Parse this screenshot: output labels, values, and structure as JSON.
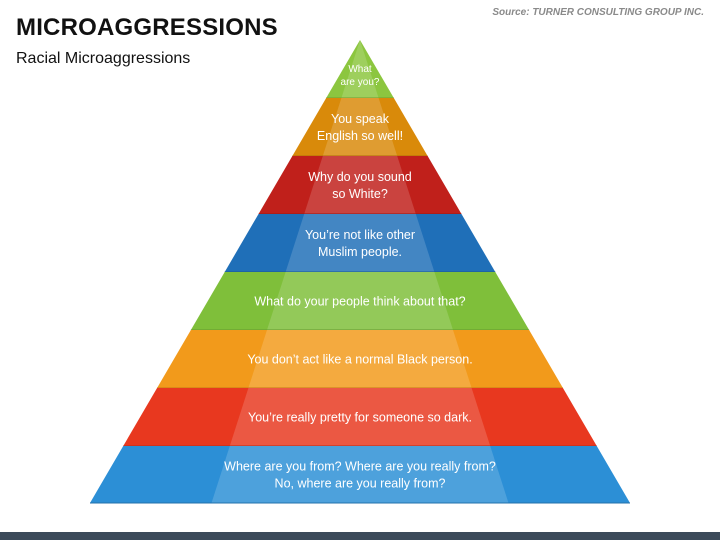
{
  "header": {
    "title": "MICROAGGRESSIONS",
    "subtitle": "Racial Microaggressions",
    "source": "Source: TURNER CONSULTING GROUP INC."
  },
  "pyramid": {
    "tiers": [
      {
        "lines": [
          "What",
          "are you?"
        ],
        "color": "#8cc63f"
      },
      {
        "lines": [
          "You speak",
          "English so well!"
        ],
        "color": "#d98a0a"
      },
      {
        "lines": [
          "Why do you sound",
          "so White?"
        ],
        "color": "#c0201b"
      },
      {
        "lines": [
          "You’re not like other",
          "Muslim people."
        ],
        "color": "#1f6fb8"
      },
      {
        "lines": [
          "What do your people think about that?"
        ],
        "color": "#7fbf3a"
      },
      {
        "lines": [
          "You don’t act like a normal Black person."
        ],
        "color": "#f29a1b"
      },
      {
        "lines": [
          "You’re really pretty for someone so dark."
        ],
        "color": "#e8381f"
      },
      {
        "lines": [
          "Where are you from? Where are you really from?",
          "No, where are you really from?"
        ],
        "color": "#2c8fd6"
      }
    ]
  }
}
